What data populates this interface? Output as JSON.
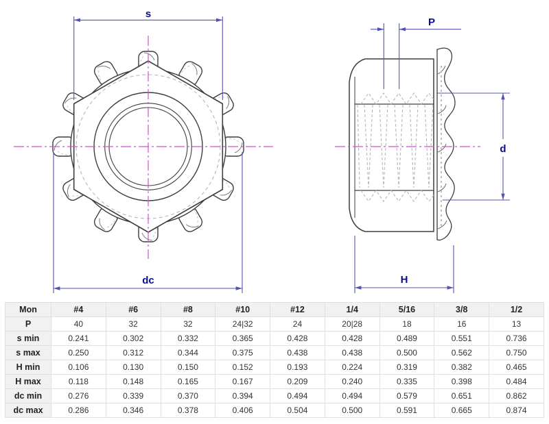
{
  "drawing": {
    "labels": {
      "s": "s",
      "dc": "dc",
      "P": "P",
      "d": "d",
      "H": "H"
    },
    "colors": {
      "outline": "#3d3d3d",
      "hidden": "#b6b6b6",
      "centerline": "#d24fd2",
      "dimension_line": "#5353b0",
      "dimension_text": "#0a0a96"
    }
  },
  "table": {
    "columns": [
      "Mon",
      "#4",
      "#6",
      "#8",
      "#10",
      "#12",
      "1/4",
      "5/16",
      "3/8",
      "1/2"
    ],
    "rows": [
      {
        "label": "P",
        "values": [
          "40",
          "32",
          "32",
          "24|32",
          "24",
          "20|28",
          "18",
          "16",
          "13"
        ]
      },
      {
        "label": "s min",
        "values": [
          "0.241",
          "0.302",
          "0.332",
          "0.365",
          "0.428",
          "0.428",
          "0.489",
          "0.551",
          "0.736"
        ]
      },
      {
        "label": "s max",
        "values": [
          "0.250",
          "0.312",
          "0.344",
          "0.375",
          "0.438",
          "0.438",
          "0.500",
          "0.562",
          "0.750"
        ]
      },
      {
        "label": "H min",
        "values": [
          "0.106",
          "0.130",
          "0.150",
          "0.152",
          "0.193",
          "0.224",
          "0.319",
          "0.382",
          "0.465"
        ]
      },
      {
        "label": "H max",
        "values": [
          "0.118",
          "0.148",
          "0.165",
          "0.167",
          "0.209",
          "0.240",
          "0.335",
          "0.398",
          "0.484"
        ]
      },
      {
        "label": "dc min",
        "values": [
          "0.276",
          "0.339",
          "0.370",
          "0.394",
          "0.494",
          "0.494",
          "0.579",
          "0.651",
          "0.862"
        ]
      },
      {
        "label": "dc max",
        "values": [
          "0.286",
          "0.346",
          "0.378",
          "0.406",
          "0.504",
          "0.500",
          "0.591",
          "0.665",
          "0.874"
        ]
      }
    ]
  }
}
